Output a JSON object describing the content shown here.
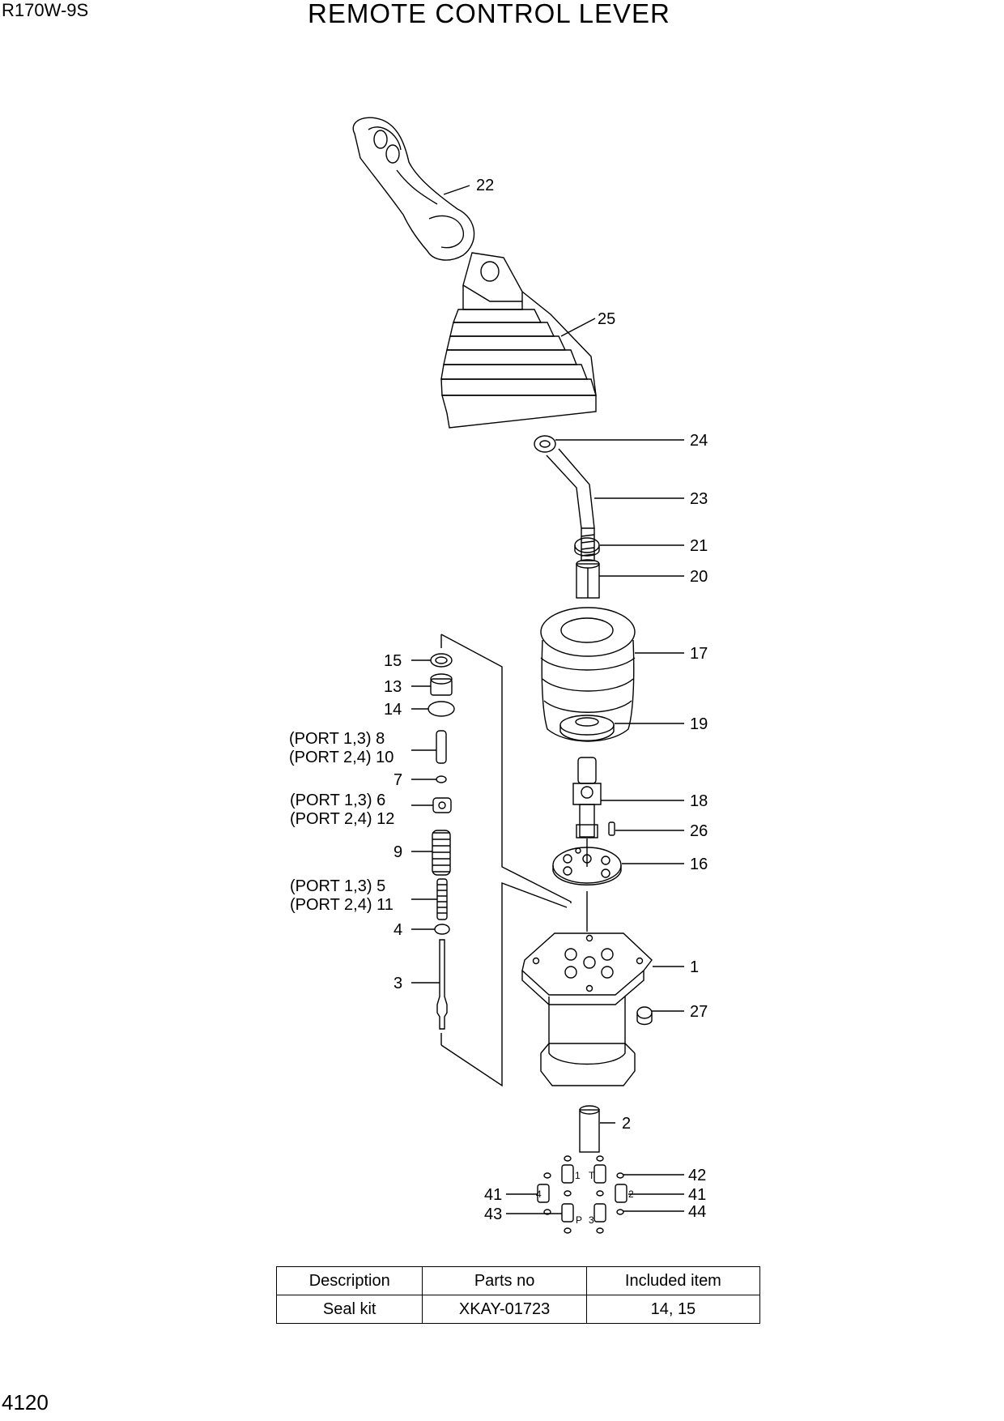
{
  "header": {
    "model": "R170W-9S",
    "title": "REMOTE CONTROL LEVER"
  },
  "footer": {
    "page_number": "4120"
  },
  "callouts": {
    "c22": "22",
    "c25": "25",
    "c24": "24",
    "c23": "23",
    "c21": "21",
    "c20": "20",
    "c17": "17",
    "c19": "19",
    "c18": "18",
    "c26": "26",
    "c16": "16",
    "c1": "1",
    "c27": "27",
    "c2": "2",
    "c42": "42",
    "c41r": "41",
    "c44": "44",
    "c41l": "41",
    "c43": "43",
    "c15": "15",
    "c13": "13",
    "c14": "14",
    "c7": "7",
    "c9": "9",
    "c4": "4",
    "c3": "3",
    "c8": "(PORT 1,3)  8",
    "c10": "(PORT 2,4) 10",
    "c6": "(PORT 1,3)  6",
    "c12": "(PORT 2,4) 12",
    "c5": "(PORT 1,3)  5",
    "c11": "(PORT 2,4) 11"
  },
  "port_marks": {
    "p1": "1",
    "pT": "T",
    "p4": "4",
    "p2": "2",
    "pP": "P",
    "p3": "3"
  },
  "kit_table": {
    "headers": [
      "Description",
      "Parts no",
      "Included item"
    ],
    "row": [
      "Seal kit",
      "XKAY-01723",
      "14, 15"
    ]
  }
}
